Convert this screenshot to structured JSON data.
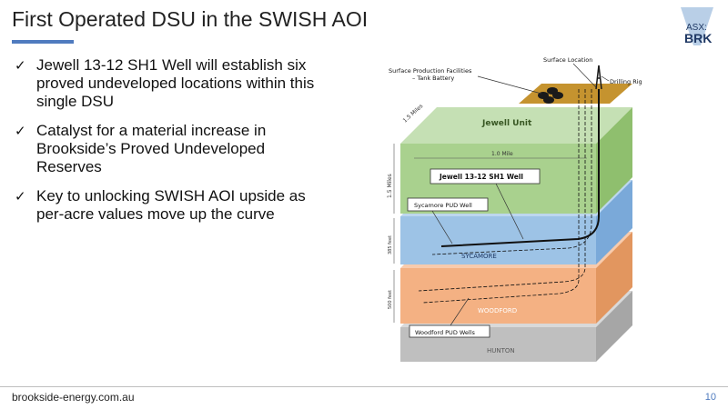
{
  "slide": {
    "title": "First Operated DSU in the SWISH AOI",
    "bullets": [
      "Jewell 13-12 SH1 Well will establish six proved undeveloped locations within this single DSU",
      "Catalyst for a material increase in Brookside’s Proved Undeveloped Reserves",
      "Key to unlocking SWISH AOI upside as per-acre values move up the curve"
    ],
    "bullet_marker": "✓"
  },
  "logo": {
    "line1": "ASX:",
    "line2": "BRK"
  },
  "diagram": {
    "surface_location": "Surface Location",
    "surface_facilities_line1": "Surface Production Facilities",
    "surface_facilities_line2": "– Tank Battery",
    "drilling_rig": "Drilling Rig",
    "width_label": "1.5 Miles",
    "length_label": "1.0 Mile",
    "height_label": "1.5 Miles",
    "unit_label": "Jewell Unit",
    "well_label": "Jewell 13-12 SH1 Well",
    "sycamore_pud": "Sycamore PUD Well",
    "sycamore_thickness": "385 feet",
    "sycamore": "SYCAMORE",
    "woodford_thickness": "500 feet",
    "woodford": "WOODFORD",
    "woodford_pud": "Woodford PUD Wells",
    "hunton": "HUNTON"
  },
  "footer": {
    "url": "brookside-energy.com.au",
    "page": "10"
  },
  "colors": {
    "accent": "#4f7bbf",
    "jewell_green": "#a9d18e",
    "sycamore_blue": "#9dc3e6",
    "woodford_orange": "#f4b183",
    "hunton_gray": "#bfbfbf",
    "surface_tan": "#c5932f"
  }
}
